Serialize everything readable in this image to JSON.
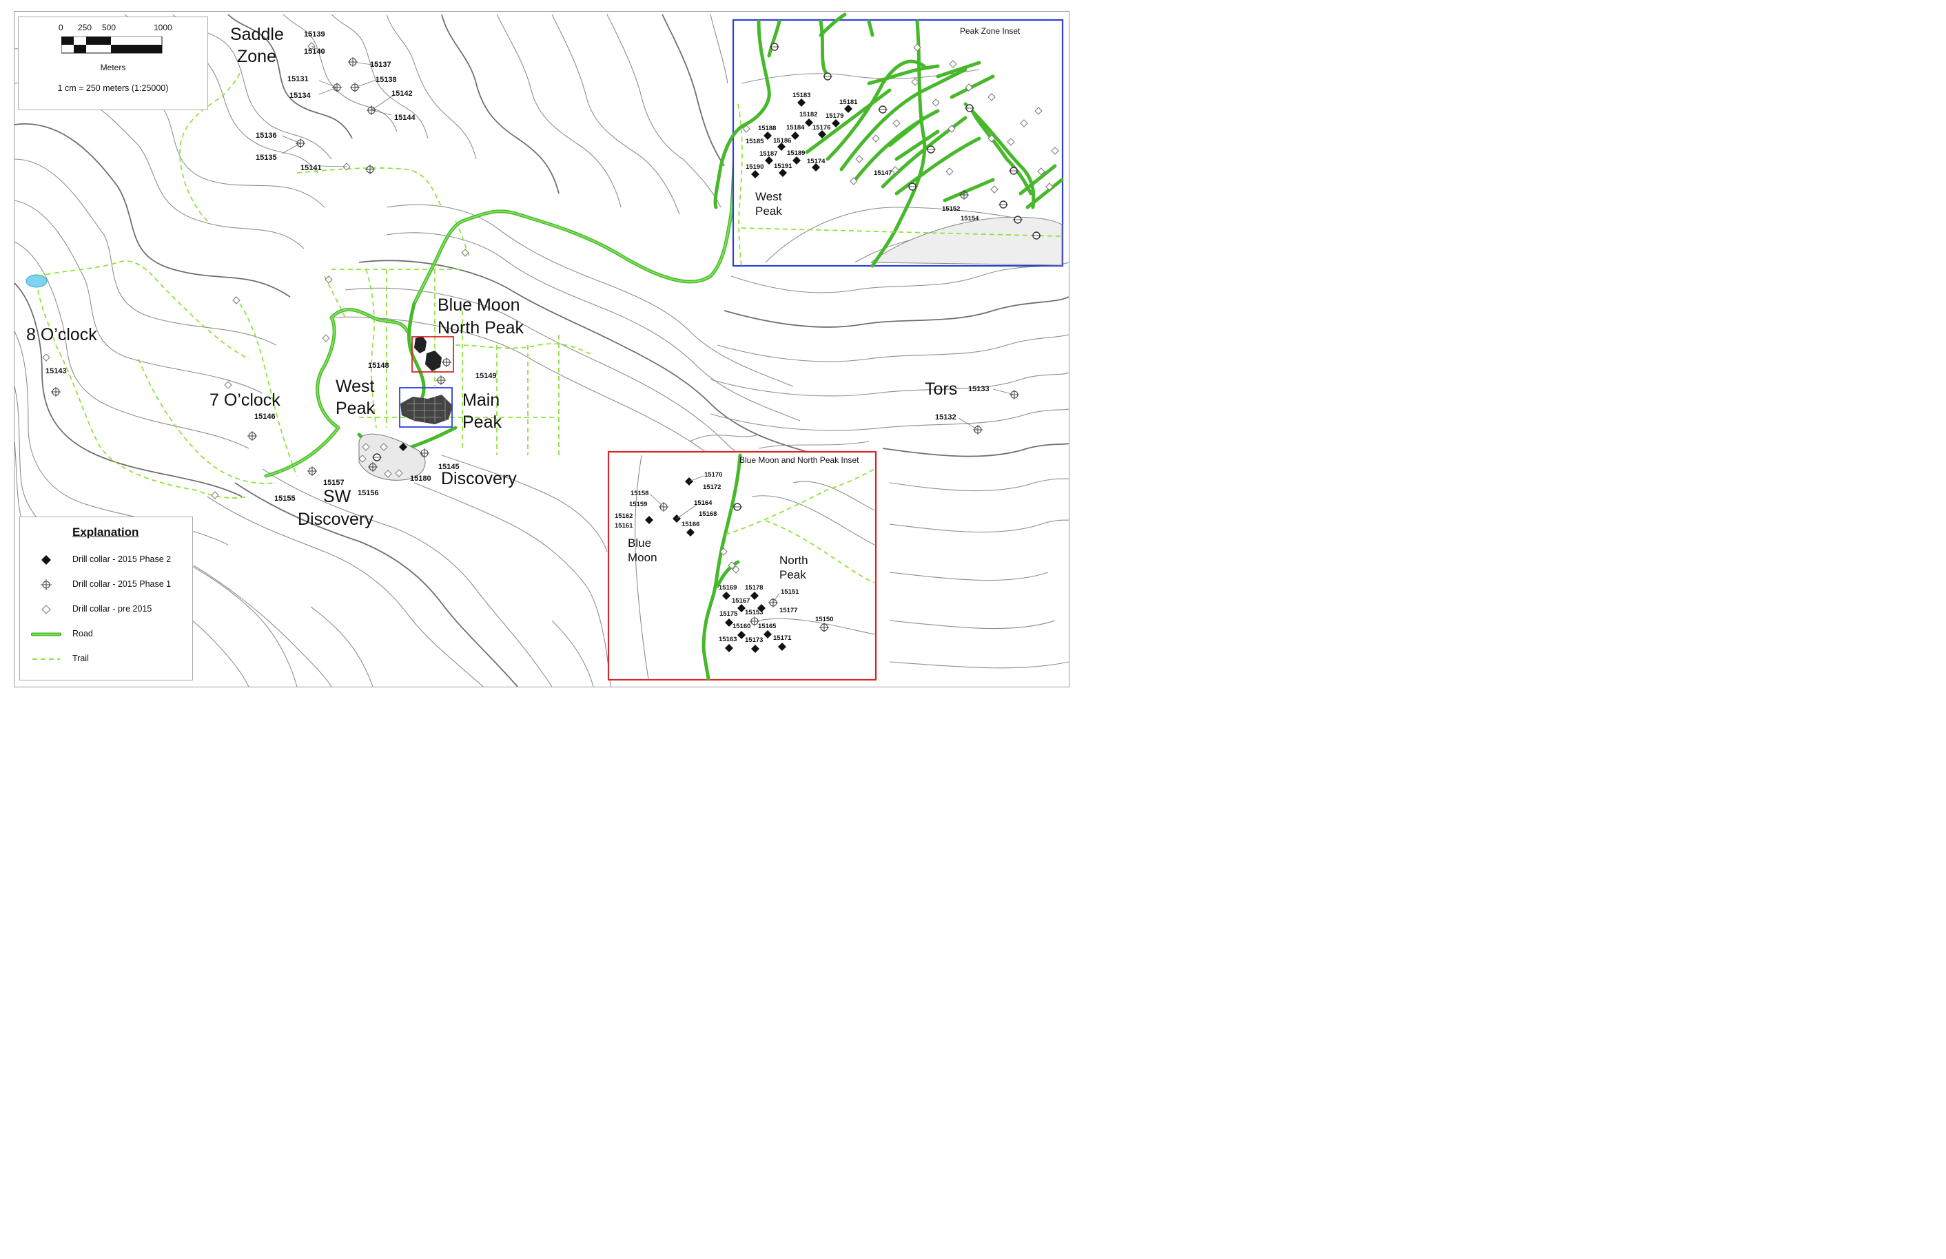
{
  "scale_bar": {
    "ticks": [
      "0",
      "250",
      "500",
      "1000"
    ],
    "unit": "Meters",
    "ratio": "1 cm = 250 meters (1:25000)"
  },
  "area_labels": {
    "saddle_1": "Saddle",
    "saddle_2": "Zone",
    "eight_oclock": "8 O’clock",
    "seven_oclock": "7 O’clock",
    "west_peak_1": "West",
    "west_peak_2": "Peak",
    "blue_moon_1": "Blue Moon",
    "blue_moon_2": "North Peak",
    "main_peak_1": "Main",
    "main_peak_2": "Peak",
    "discovery": "Discovery",
    "sw_discovery_1": "SW",
    "sw_discovery_2": "Discovery",
    "tors": "Tors"
  },
  "main_holes": {
    "h15139": "15139",
    "h15140": "15140",
    "h15137": "15137",
    "h15138": "15138",
    "h15131": "15131",
    "h15134": "15134",
    "h15142": "15142",
    "h15144": "15144",
    "h15136": "15136",
    "h15135": "15135",
    "h15141": "15141",
    "h15143": "15143",
    "h15146": "15146",
    "h15148": "15148",
    "h15149": "15149",
    "h15145": "15145",
    "h15180": "15180",
    "h15157": "15157",
    "h15156": "15156",
    "h15155": "15155",
    "h15133": "15133",
    "h15132": "15132"
  },
  "peak_inset": {
    "title": "Peak Zone Inset",
    "area_1": "West",
    "area_2": "Peak",
    "holes": {
      "h15183": "15183",
      "h15181": "15181",
      "h15182": "15182",
      "h15179": "15179",
      "h15188": "15188",
      "h15184": "15184",
      "h15176": "15176",
      "h15185": "15185",
      "h15186": "15186",
      "h15187": "15187",
      "h15189": "15189",
      "h15190": "15190",
      "h15191": "15191",
      "h15174": "15174",
      "h15147": "15147",
      "h15152": "15152",
      "h15154": "15154"
    },
    "border_color": "#2f3fd6"
  },
  "bluemoon_inset": {
    "title": "Blue Moon and North Peak Inset",
    "bm_1": "Blue",
    "bm_2": "Moon",
    "np_1": "North",
    "np_2": "Peak",
    "holes": {
      "h15170": "15170",
      "h15172": "15172",
      "h15158": "15158",
      "h15159": "15159",
      "h15164": "15164",
      "h15168": "15168",
      "h15162": "15162",
      "h15161": "15161",
      "h15166": "15166",
      "h15169": "15169",
      "h15178": "15178",
      "h15151": "15151",
      "h15167": "15167",
      "h15177": "15177",
      "h15175": "15175",
      "h15153": "15153",
      "h15150": "15150",
      "h15160": "15160",
      "h15165": "15165",
      "h15163": "15163",
      "h15173": "15173",
      "h15171": "15171"
    },
    "border_color": "#d62828"
  },
  "legend": {
    "title": "Explanation",
    "items": [
      {
        "label": "Drill collar - 2015 Phase 2",
        "icon": "filled-diamond-icon"
      },
      {
        "label": "Drill collar - 2015 Phase 1",
        "icon": "crosshair-circle-icon"
      },
      {
        "label": "Drill collar - pre 2015",
        "icon": "open-diamond-icon"
      },
      {
        "label": "Road",
        "icon": "road-line-icon"
      },
      {
        "label": "Trail",
        "icon": "trail-dash-icon"
      }
    ]
  },
  "colors": {
    "road": "#48b82b",
    "trail": "#8ee43a",
    "contour": "#8e8e8e",
    "lake": "#7dd3f0",
    "peak_box": "#2f3fd6",
    "bluemoon_box": "#d62828"
  }
}
